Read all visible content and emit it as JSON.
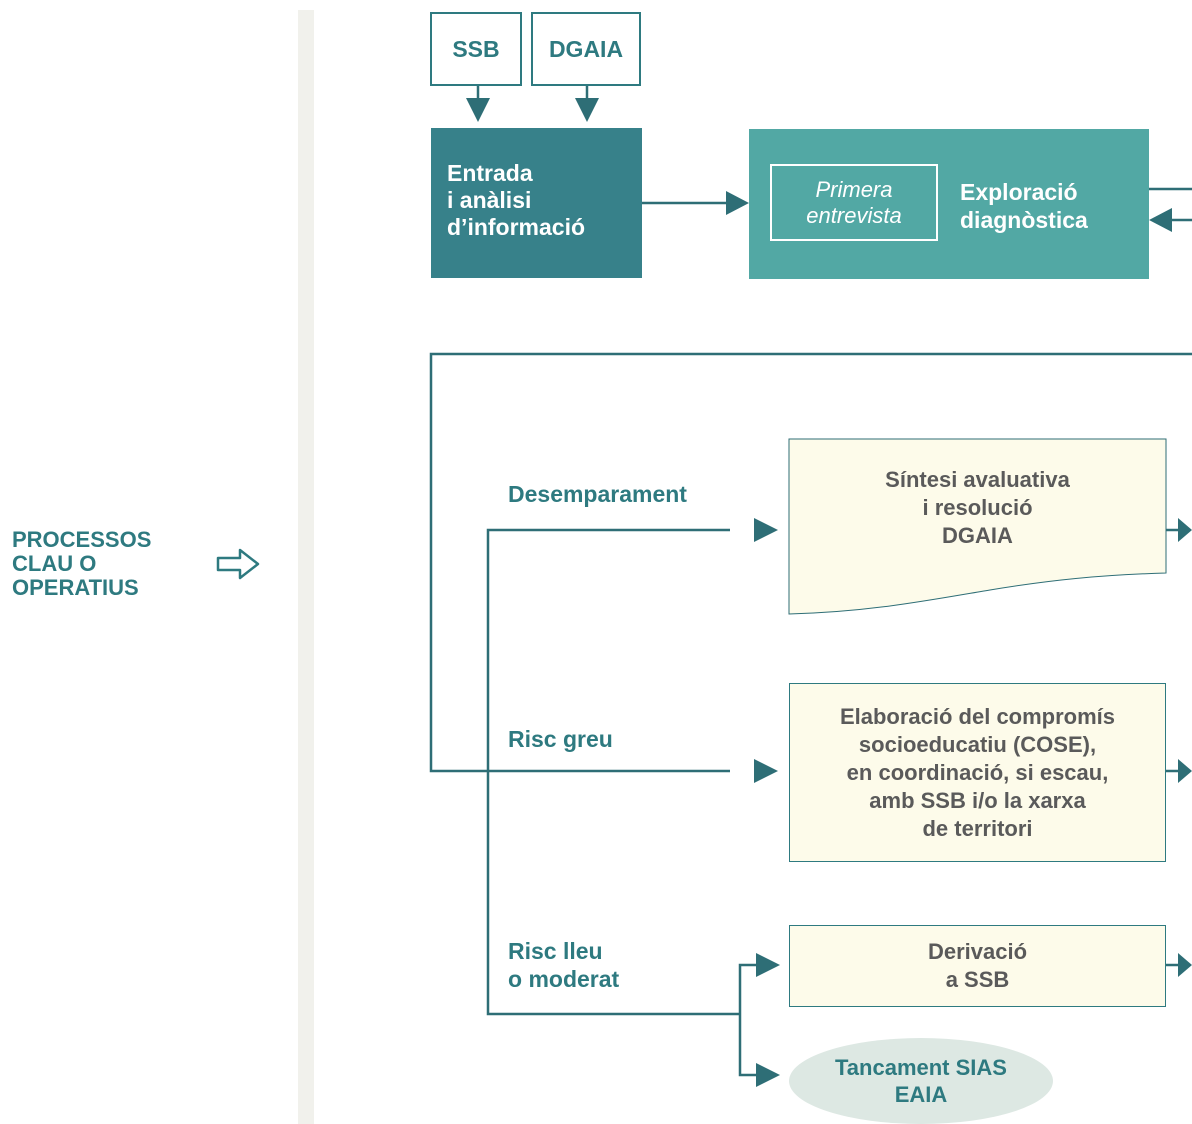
{
  "side": {
    "label_lines": [
      "PROCESSOS",
      "CLAU O",
      "OPERATIUS"
    ],
    "arrow_icon": "arrow-right-icon"
  },
  "sources": {
    "ssb": "SSB",
    "dgaia": "DGAIA"
  },
  "entrada": {
    "lines": [
      "Entrada",
      "i anàlisi",
      "d’informació"
    ]
  },
  "exploracio": {
    "primera_lines": [
      "Primera",
      "entrevista"
    ],
    "title_lines": [
      "Exploració",
      "diagnòstica"
    ]
  },
  "branches": {
    "desemparament": "Desemparament",
    "risc_greu": "Risc greu",
    "risc_lleu_lines": [
      "Risc lleu",
      "o moderat"
    ]
  },
  "boxes": {
    "sintesi_lines": [
      "Síntesi avaluativa",
      "i resolució",
      "DGAIA"
    ],
    "cose_lines": [
      "Elaboració del compromís",
      "socioeducatiu (COSE),",
      "en coordinació, si escau,",
      "amb SSB i/o la xarxa",
      "de territori"
    ],
    "derivacio_lines": [
      "Derivació",
      "a SSB"
    ],
    "tancament_lines": [
      "Tancament SIAS",
      "EAIA"
    ]
  },
  "colors": {
    "teal_dark": "#37818a",
    "teal_light": "#52a8a4",
    "line": "#2e6e76",
    "cream": "#fdfbea",
    "ellipse": "#dde8e3",
    "rail": "#f1f1ec"
  }
}
